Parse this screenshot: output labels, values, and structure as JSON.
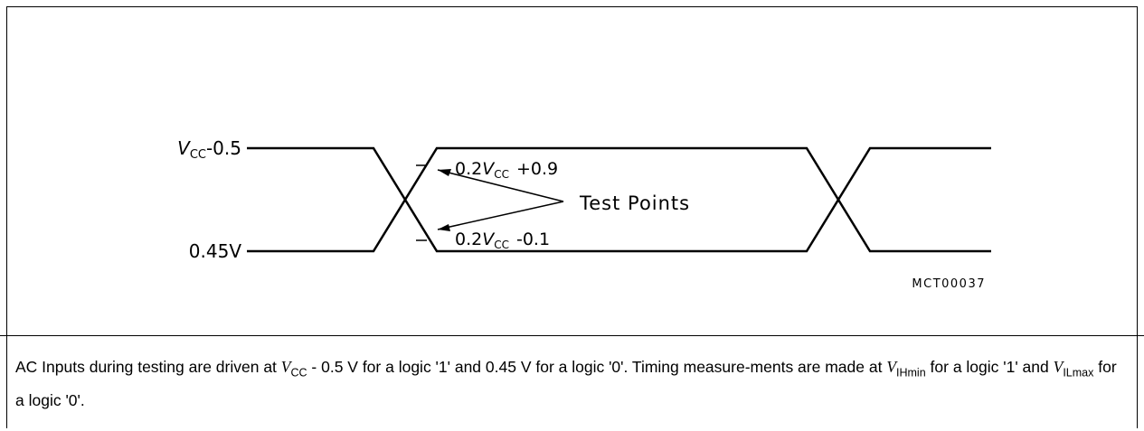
{
  "labels": {
    "vcc_high_v": "V",
    "vcc_high_sub": "CC",
    "vcc_high_rest": "-0.5",
    "low_level": "0.45V",
    "tp_high_prefix": "0.2",
    "tp_high_v": "V",
    "tp_high_sub": "CC",
    "tp_high_rest": "+0.9",
    "tp_low_prefix": "0.2",
    "tp_low_v": "V",
    "tp_low_sub": "CC",
    "tp_low_rest": "-0.1",
    "test_points": "Test Points",
    "figure_code": "MCT00037"
  },
  "caption": {
    "p1": "AC Inputs during testing are driven at ",
    "v1": "V",
    "v1_sub": "CC",
    "p2": " - 0.5 V for a logic '1' and 0.45 V for a logic '0'. Timing measure-ments are made at ",
    "v2": "V",
    "v2_sub": "IHmin",
    "p3": " for a logic '1' and ",
    "v3": "V",
    "v3_sub": "ILmax",
    "p4": " for a logic '0'."
  }
}
